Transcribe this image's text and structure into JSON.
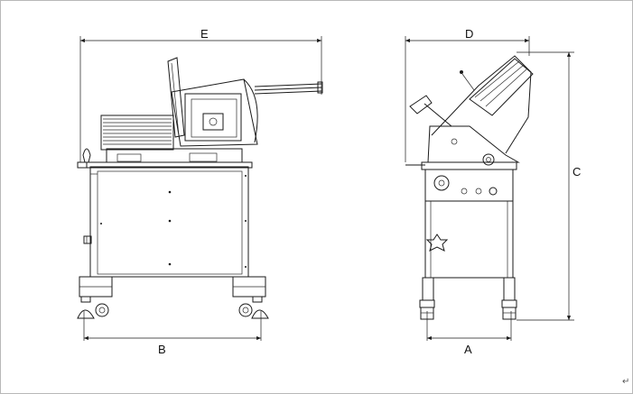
{
  "dimensions": {
    "e_label": "E",
    "d_label": "D",
    "c_label": "C",
    "b_label": "B",
    "a_label": "A"
  },
  "corner_mark": "↵"
}
